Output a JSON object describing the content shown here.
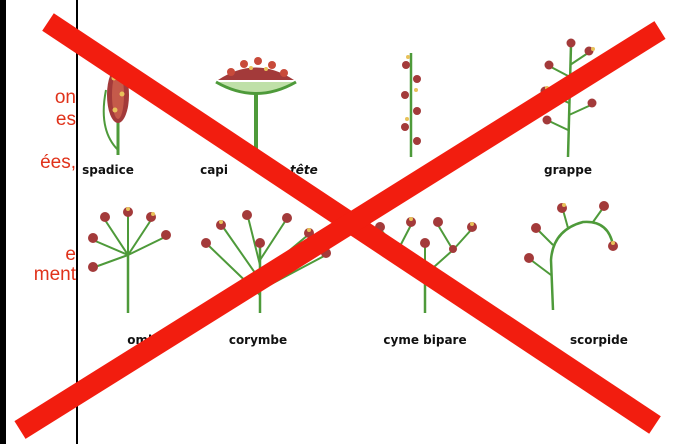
{
  "left_snippet": {
    "lines": [
      "on",
      "es",
      "ées,",
      "",
      "e",
      "ment"
    ],
    "color": "#e0321a"
  },
  "plate": {
    "labels": {
      "spadice": "spadice",
      "capitule": "capi",
      "tete": "tête",
      "grappe": "grappe",
      "ombelle": "ombell",
      "corymbe": "corymbe",
      "cyme_bipare": "cyme bipare",
      "cyme_scorpioide": "scorpide"
    },
    "colors": {
      "stem": "#4e9a3a",
      "flower": "#a33a3a",
      "flower_tip": "#e8c25a"
    }
  },
  "overlay": {
    "icon": "cross-out-icon",
    "color": "#f21d0f"
  }
}
